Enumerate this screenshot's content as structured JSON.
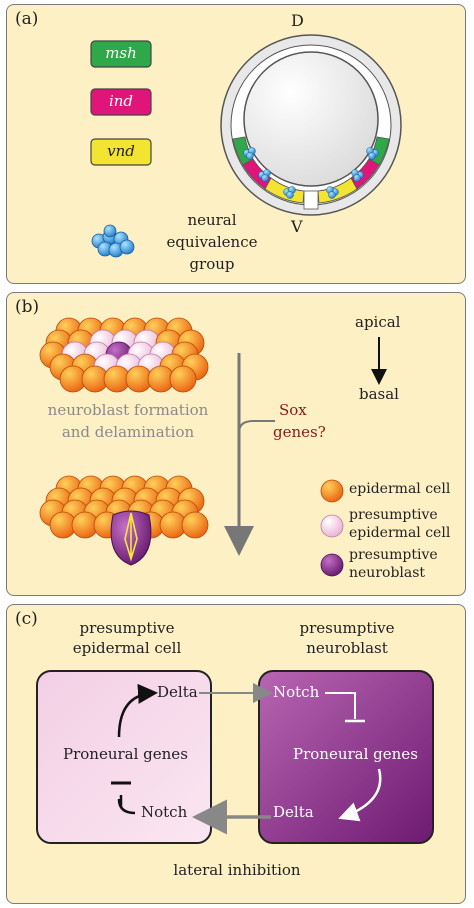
{
  "panel_a": {
    "label": "(a)",
    "genes": [
      {
        "name": "msh",
        "color": "#2fa84a"
      },
      {
        "name": "ind",
        "color": "#e0157a"
      },
      {
        "name": "vnd",
        "color": "#f2e431"
      }
    ],
    "cluster_label_lines": [
      "neural",
      "equivalence",
      "group"
    ],
    "axis_top": "D",
    "axis_bottom": "V"
  },
  "panel_b": {
    "label": "(b)",
    "direction_top": "apical",
    "direction_bottom": "basal",
    "process_lines": [
      "neuroblast formation",
      "and delamination"
    ],
    "sox_lines": [
      "Sox",
      "genes?"
    ],
    "legend": [
      {
        "lines": [
          "epidermal cell"
        ],
        "color": "#f07a18"
      },
      {
        "lines": [
          "presumptive",
          "epidermal cell"
        ],
        "color": "#f6cfe6"
      },
      {
        "lines": [
          "presumptive",
          "neuroblast"
        ],
        "color": "#8b2d8e"
      }
    ]
  },
  "panel_c": {
    "label": "(c)",
    "left_title": [
      "presumptive",
      "epidermal cell"
    ],
    "right_title": [
      "presumptive",
      "neuroblast"
    ],
    "left_box": {
      "delta": "Delta",
      "proneural": "Proneural genes",
      "notch": "Notch"
    },
    "right_box": {
      "notch": "Notch",
      "proneural": "Proneural genes",
      "delta": "Delta"
    },
    "footer": "lateral inhibition"
  }
}
